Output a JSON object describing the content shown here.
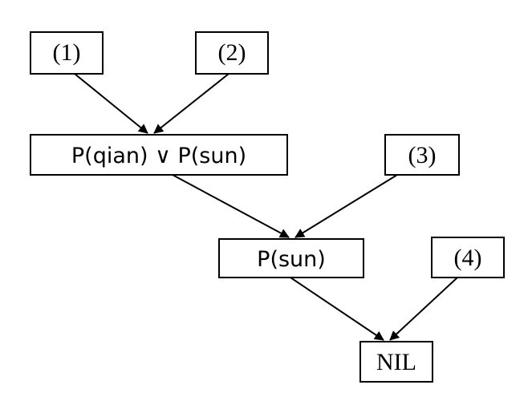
{
  "diagram": {
    "nodes": {
      "n1": {
        "label": "(1)"
      },
      "n2": {
        "label": "(2)"
      },
      "n3": {
        "label": "(3)"
      },
      "n4": {
        "label": "(4)"
      },
      "resolvent1": {
        "label": "P(qian) ∨ P(sun)"
      },
      "resolvent2": {
        "label": "P(sun)"
      },
      "nil": {
        "label": "NIL"
      }
    },
    "edges": [
      {
        "from": "(1)",
        "to": "P(qian) ∨ P(sun)"
      },
      {
        "from": "(2)",
        "to": "P(qian) ∨ P(sun)"
      },
      {
        "from": "P(qian) ∨ P(sun)",
        "to": "P(sun)"
      },
      {
        "from": "(3)",
        "to": "P(sun)"
      },
      {
        "from": "P(sun)",
        "to": "NIL"
      },
      {
        "from": "(4)",
        "to": "NIL"
      }
    ]
  }
}
